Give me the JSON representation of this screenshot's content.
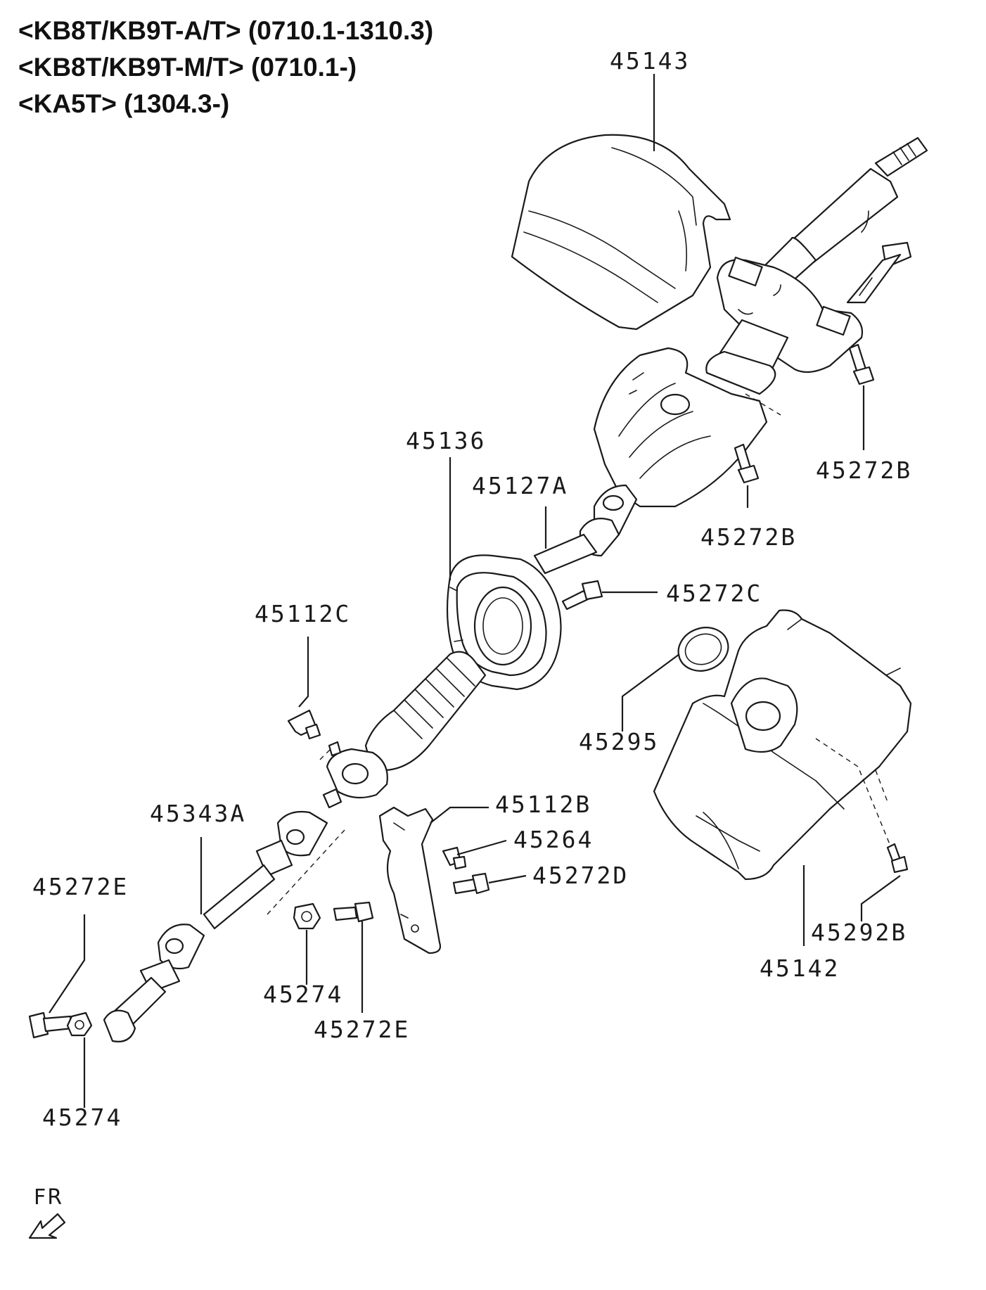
{
  "header": {
    "lines": [
      "<KB8T/KB9T-A/T> (0710.1-1310.3)",
      "<KB8T/KB9T-M/T> (0710.1-)",
      "<KA5T> (1304.3-)"
    ]
  },
  "parts": {
    "p45143": "45143",
    "p45136": "45136",
    "p45127A": "45127A",
    "p45272B_a": "45272B",
    "p45272B_b": "45272B",
    "p45272C": "45272C",
    "p45112C": "45112C",
    "p45295": "45295",
    "p45112B": "45112B",
    "p45264": "45264",
    "p45272D": "45272D",
    "p45343A": "45343A",
    "p45272E_a": "45272E",
    "p45272E_b": "45272E",
    "p45274_a": "45274",
    "p45274_b": "45274",
    "p45292B": "45292B",
    "p45142": "45142"
  },
  "direction": {
    "label": "FR"
  }
}
